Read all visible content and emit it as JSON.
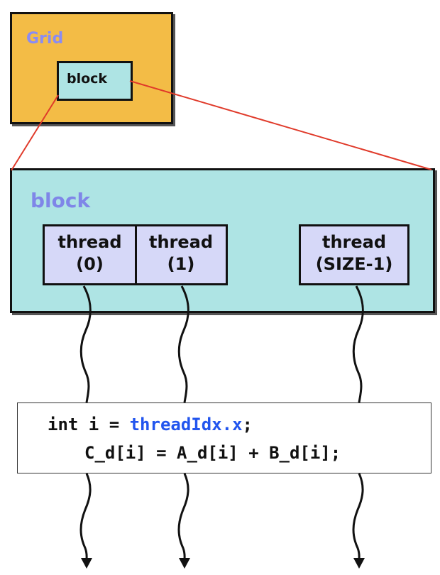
{
  "grid": {
    "label": "Grid",
    "block_label": "block"
  },
  "block": {
    "label": "block",
    "threads": [
      {
        "line1": "thread",
        "line2": "(0)"
      },
      {
        "line1": "thread",
        "line2": "(1)"
      },
      {
        "line1": "thread",
        "line2": "(SIZE-1)"
      }
    ]
  },
  "code": {
    "line1_pre": "int i = ",
    "line1_kw": "threadIdx.x",
    "line1_post": ";",
    "line2": "C_d[i] = A_d[i] + B_d[i];"
  },
  "colors": {
    "grid_fill": "#f3bc46",
    "block_fill": "#aee4e4",
    "thread_fill": "#d6d8f8",
    "label_purple": "#8a8cf2",
    "keyword_blue": "#2255ee",
    "zoom_line_red": "#e03a2a"
  }
}
